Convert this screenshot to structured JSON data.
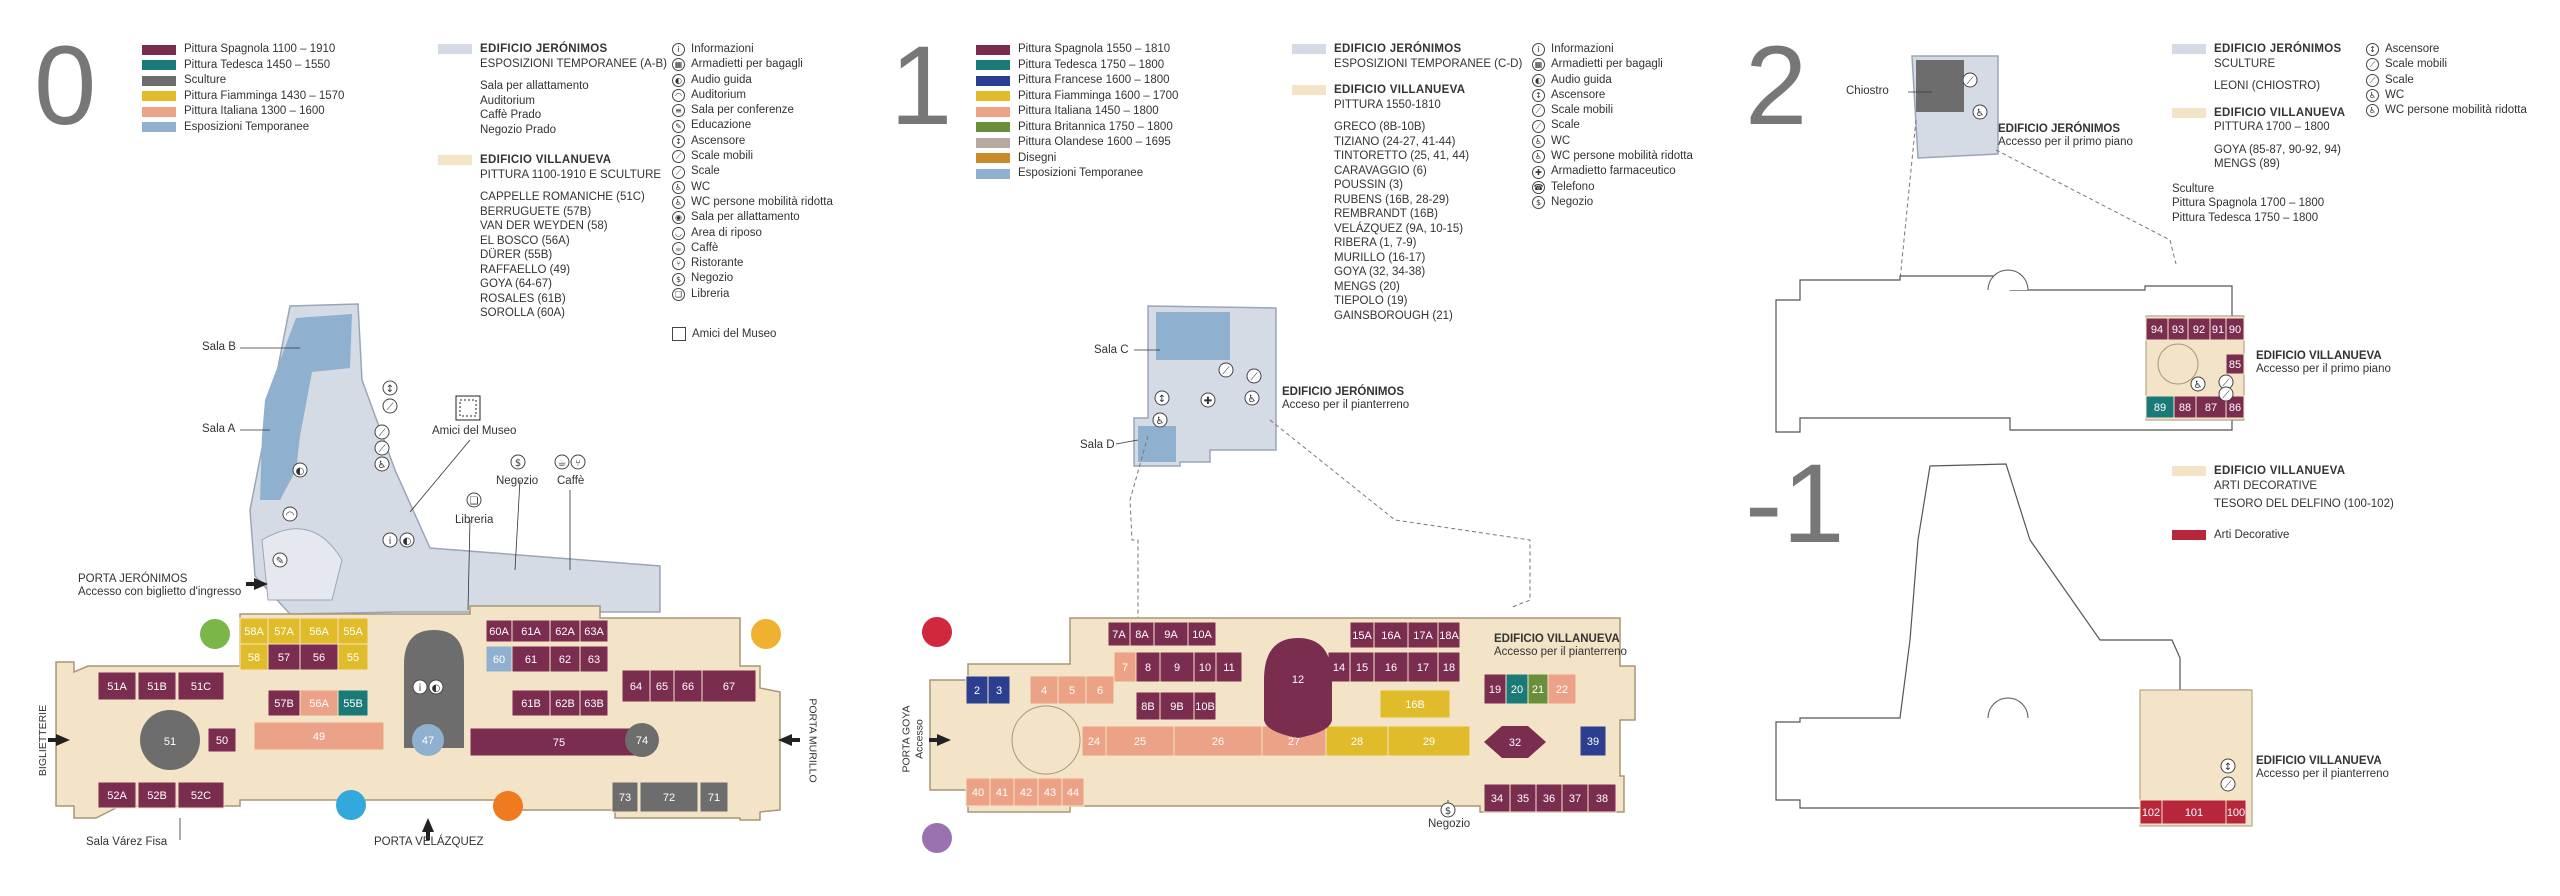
{
  "floors": {
    "f0": {
      "number": "0",
      "legend": [
        {
          "label": "Pittura Spagnola 1100 – 1910",
          "color": "#7b2d4f"
        },
        {
          "label": "Pittura Tedesca 1450 – 1550",
          "color": "#1a7a78"
        },
        {
          "label": "Sculture",
          "color": "#6d6d6d"
        },
        {
          "label": "Pittura Fiamminga 1430 – 1570",
          "color": "#e0bc2a"
        },
        {
          "label": "Pittura Italiana 1300 – 1600",
          "color": "#eba287"
        },
        {
          "label": "Esposizioni Temporanee",
          "color": "#8fb0cf"
        }
      ],
      "jeronimos": {
        "title": "EDIFICIO JERÓNIMOS",
        "subtitle": "ESPOSIZIONI TEMPORANEE (A-B)",
        "items": [
          "Sala per allattamento",
          "Auditorium",
          "Caffè Prado",
          "Negozio Prado"
        ]
      },
      "villanueva": {
        "title": "EDIFICIO VILLANUEVA",
        "subtitle": "PITTURA 1100-1910 E SCULTURE",
        "items": [
          "CAPPELLE ROMANICHE (51C)",
          "BERRUGUETE (57B)",
          "VAN DER WEYDEN (58)",
          "EL BOSCO (56A)",
          "DÜRER (55B)",
          "RAFFAELLO (49)",
          "GOYA (64-67)",
          "ROSALES (61B)",
          "SOROLLA (60A)"
        ]
      },
      "services": [
        {
          "icon": "i",
          "label": "Informazioni"
        },
        {
          "icon": "▦",
          "label": "Armadietti per bagagli"
        },
        {
          "icon": "◐",
          "label": "Audio guida"
        },
        {
          "icon": "◠",
          "label": "Auditorium"
        },
        {
          "icon": "≡",
          "label": "Sala per conferenze"
        },
        {
          "icon": "✎",
          "label": "Educazione"
        },
        {
          "icon": "↕",
          "label": "Ascensore"
        },
        {
          "icon": "⟋",
          "label": "Scale mobili"
        },
        {
          "icon": "⟋",
          "label": "Scale"
        },
        {
          "icon": "♿",
          "label": "WC"
        },
        {
          "icon": "♿",
          "label": "WC persone mobilità ridotta"
        },
        {
          "icon": "◉",
          "label": "Sala per allattamento"
        },
        {
          "icon": "◡",
          "label": "Area di riposo"
        },
        {
          "icon": "☕",
          "label": "Caffè"
        },
        {
          "icon": "⑂",
          "label": "Ristorante"
        },
        {
          "icon": "$",
          "label": "Negozio"
        },
        {
          "icon": "❑",
          "label": "Libreria"
        }
      ],
      "amici_legend": "Amici del Museo",
      "map_labels": {
        "sala_b": "Sala B",
        "sala_a": "Sala A",
        "amici": "Amici del Museo",
        "negozio": "Negozio",
        "caffe": "Caffè",
        "libreria": "Libreria",
        "porta_jeronimos": "PORTA JERÓNIMOS",
        "porta_jeronimos_sub": "Accesso con biglietto d'ingresso",
        "biglietterie": "BIGLIETTERIE",
        "sala_varez": "Sala Várez Fisa",
        "porta_velazquez": "PORTA VELÁZQUEZ",
        "porta_murillo": "PORTA MURILLO"
      }
    },
    "f1": {
      "number": "1",
      "legend": [
        {
          "label": "Pittura Spagnola 1550 – 1810",
          "color": "#7b2d4f"
        },
        {
          "label": "Pittura Tedesca 1750 – 1800",
          "color": "#1a7a78"
        },
        {
          "label": "Pittura Francese 1600 – 1800",
          "color": "#2c3e8f"
        },
        {
          "label": "Pittura Fiamminga 1600 – 1700",
          "color": "#e0bc2a"
        },
        {
          "label": "Pittura Italiana 1450 – 1800",
          "color": "#eba287"
        },
        {
          "label": "Pittura Britannica 1750 – 1800",
          "color": "#6a8f3a"
        },
        {
          "label": "Pittura Olandese 1600 – 1695",
          "color": "#b8a9a0"
        },
        {
          "label": "Disegni",
          "color": "#c98a2a"
        },
        {
          "label": "Esposizioni Temporanee",
          "color": "#8fb0cf"
        }
      ],
      "jeronimos": {
        "title": "EDIFICIO JERÓNIMOS",
        "subtitle": "ESPOSIZIONI TEMPORANEE (C-D)"
      },
      "villanueva": {
        "title": "EDIFICIO VILLANUEVA",
        "subtitle": "PITTURA 1550-1810",
        "items": [
          "GRECO (8B-10B)",
          "TIZIANO (24-27, 41-44)",
          "TINTORETTO (25, 41, 44)",
          "CARAVAGGIO (6)",
          "POUSSIN (3)",
          "RUBENS (16B, 28-29)",
          "REMBRANDT (16B)",
          "VELÁZQUEZ (9A, 10-15)",
          "RIBERA (1, 7-9)",
          "MURILLO (16-17)",
          "GOYA (32, 34-38)",
          "MENGS (20)",
          "TIEPOLO (19)",
          "GAINSBOROUGH (21)"
        ]
      },
      "services": [
        {
          "icon": "i",
          "label": "Informazioni"
        },
        {
          "icon": "▦",
          "label": "Armadietti per bagagli"
        },
        {
          "icon": "◐",
          "label": "Audio guida"
        },
        {
          "icon": "↕",
          "label": "Ascensore"
        },
        {
          "icon": "⟋",
          "label": "Scale mobili"
        },
        {
          "icon": "⟋",
          "label": "Scale"
        },
        {
          "icon": "♿",
          "label": "WC"
        },
        {
          "icon": "♿",
          "label": "WC persone mobilità ridotta"
        },
        {
          "icon": "✚",
          "label": "Armadietto farmaceutico"
        },
        {
          "icon": "☎",
          "label": "Telefono"
        },
        {
          "icon": "$",
          "label": "Negozio"
        }
      ],
      "map_labels": {
        "sala_c": "Sala C",
        "sala_d": "Sala D",
        "jer_title": "EDIFICIO JERÓNIMOS",
        "jer_sub": "Acceso per il pianterreno",
        "vil_title": "EDIFICIO VILLANUEVA",
        "vil_sub": "Accesso per il pianterreno",
        "porta_goya": "PORTA GOYA",
        "porta_goya_sub": "Accesso",
        "negozio": "Negozio"
      }
    },
    "f2": {
      "number": "2",
      "jeronimos": {
        "title": "EDIFICIO JERÓNIMOS",
        "subtitle": "SCULTURE",
        "items": [
          "LEONI (CHIOSTRO)"
        ]
      },
      "villanueva": {
        "title": "EDIFICIO VILLANUEVA",
        "subtitle": "PITTURA 1700 – 1800",
        "items": [
          "GOYA (85-87, 90-92, 94)",
          "MENGS (89)"
        ]
      },
      "legend": [
        {
          "label": "Sculture",
          "color": "#6d6d6d"
        },
        {
          "label": "Pittura Spagnola 1700 – 1800",
          "color": "#7b2d4f"
        },
        {
          "label": "Pittura Tedesca 1750 – 1800",
          "color": "#1a7a78"
        }
      ],
      "services": [
        {
          "icon": "↕",
          "label": "Ascensore"
        },
        {
          "icon": "⟋",
          "label": "Scale mobili"
        },
        {
          "icon": "⟋",
          "label": "Scale"
        },
        {
          "icon": "♿",
          "label": "WC"
        },
        {
          "icon": "♿",
          "label": "WC persone mobilità ridotta"
        }
      ],
      "map_labels": {
        "chiostro": "Chiostro",
        "jer_title": "EDIFICIO JERÓNIMOS",
        "jer_sub": "Accesso per il primo piano",
        "vil_title": "EDIFICIO VILLANUEVA",
        "vil_sub": "Accesso per il primo piano"
      }
    },
    "fm1": {
      "number": "-1",
      "villanueva": {
        "title": "EDIFICIO VILLANUEVA",
        "subtitle": "ARTI DECORATIVE",
        "items": [
          "TESORO DEL DELFINO (100-102)"
        ]
      },
      "legend": [
        {
          "label": "Arti Decorative",
          "color": "#b8263c"
        }
      ],
      "map_labels": {
        "vil_title": "EDIFICIO VILLANUEVA",
        "vil_sub": "Accesso per il pianterreno"
      }
    }
  },
  "colors": {
    "jeronimos": "#d4dbe5",
    "villanueva": "#f4e4c7",
    "spanish": "#7b2d4f",
    "german": "#1a7a78",
    "sculpture": "#6d6d6d",
    "flemish": "#e0bc2a",
    "italian": "#eba287",
    "temporary": "#8fb0cf",
    "french": "#2c3e8f",
    "british": "#6a8f3a",
    "dutch": "#b8a9a0",
    "drawings": "#c98a2a",
    "decorative": "#b8263c",
    "cloak_green": "#7ab648",
    "cloak_yellow": "#f0b030",
    "cloak_blue": "#32a8dc",
    "cloak_orange": "#f07a20",
    "cloak_red": "#d0283c",
    "cloak_purple": "#9a72b0"
  },
  "rooms_f0": [
    "51A",
    "51B",
    "51C",
    "51",
    "50",
    "52A",
    "52B",
    "52C",
    "58A",
    "57A",
    "56A",
    "55A",
    "58",
    "57",
    "56",
    "55",
    "57B",
    "56A",
    "55B",
    "49",
    "47",
    "60A",
    "61A",
    "62A",
    "63A",
    "60",
    "61",
    "62",
    "63",
    "61B",
    "62B",
    "63B",
    "75",
    "64",
    "65",
    "66",
    "67",
    "74",
    "73",
    "72",
    "71"
  ],
  "rooms_f1": [
    "2",
    "3",
    "4",
    "5",
    "6",
    "7A",
    "8A",
    "9A",
    "10A",
    "7",
    "8",
    "9",
    "10",
    "11",
    "12",
    "8B",
    "9B",
    "10B",
    "14",
    "15",
    "16",
    "17",
    "18",
    "15A",
    "16A",
    "17A",
    "18A",
    "19",
    "20",
    "21",
    "22",
    "16B",
    "24",
    "25",
    "26",
    "27",
    "28",
    "29",
    "32",
    "39",
    "40",
    "41",
    "42",
    "43",
    "44",
    "34",
    "35",
    "36",
    "37",
    "38"
  ],
  "rooms_f2": [
    "94",
    "93",
    "92",
    "91",
    "90",
    "85",
    "89",
    "88",
    "87",
    "86"
  ],
  "rooms_fm1": [
    "102",
    "101",
    "100"
  ]
}
